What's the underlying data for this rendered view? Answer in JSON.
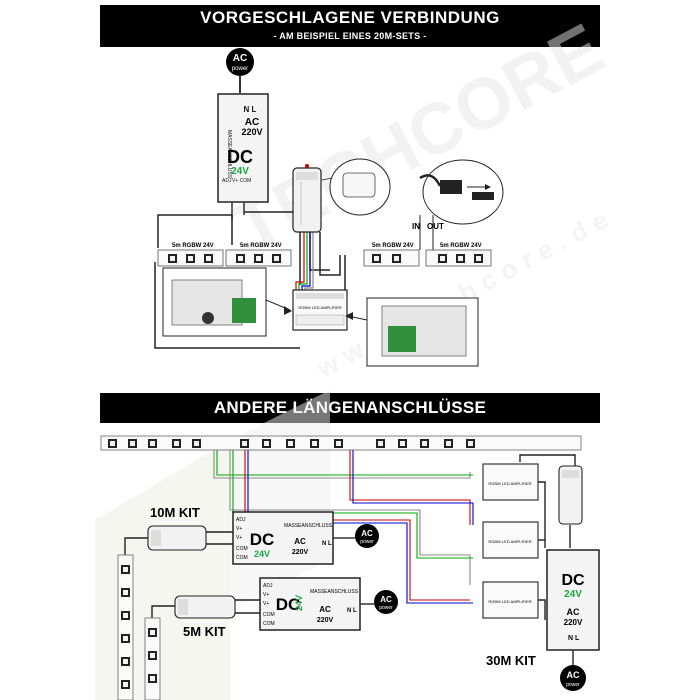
{
  "header": {
    "title": "VORGESCHLAGENE VERBINDUNG",
    "subtitle": "- AM BEISPIEL EINES 20M-SETS -"
  },
  "section2": {
    "title": "ANDERE LÄNGENANSCHLÜSSE"
  },
  "power_badge": {
    "line1": "AC",
    "line2": "power"
  },
  "psu": {
    "ac_label": "AC",
    "voltage_in": "220V",
    "dc_label": "DC",
    "voltage_out": "24V",
    "side_text": "MASSEANSCHLUSS",
    "terminals_left": [
      "ADJ",
      "V+",
      "V+",
      "COM",
      "COM"
    ],
    "terminals_top": [
      "N",
      "L"
    ]
  },
  "strips": {
    "label": "5m RGBW 24V"
  },
  "amplifier": {
    "label": "RGBW LED AMPLIFIER"
  },
  "connector": {
    "in_label": "IN",
    "out_label": "OUT"
  },
  "kits": {
    "kit10": "10M KIT",
    "kit5": "5M KIT",
    "kit30": "30M KIT"
  },
  "watermark": {
    "text": "TECHCORE",
    "url_text": "www.techcore.de"
  },
  "colors": {
    "banner_bg": "#000000",
    "dc_green": "#19a640",
    "wire_gray": "#333333",
    "watermark": "#e6e6e6"
  }
}
